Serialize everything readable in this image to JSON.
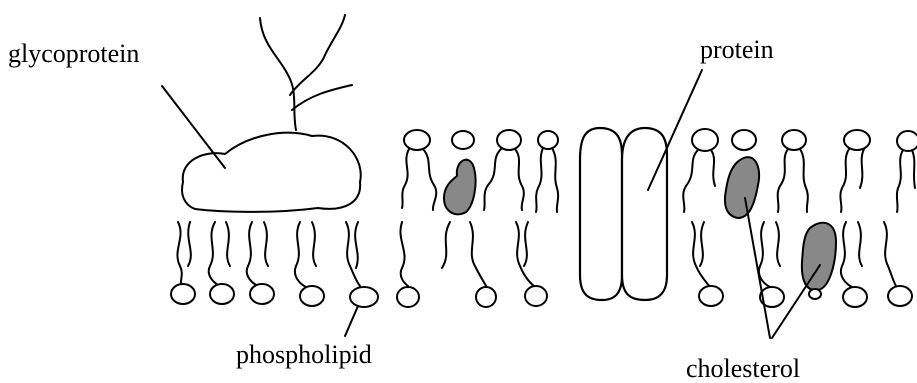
{
  "labels": {
    "glycoprotein": "glycoprotein",
    "protein": "protein",
    "phospholipid": "phospholipid",
    "cholesterol": "cholesterol"
  },
  "colors": {
    "cholesterol_fill": "#888888",
    "line": "#000000",
    "background": "#ffffff"
  }
}
